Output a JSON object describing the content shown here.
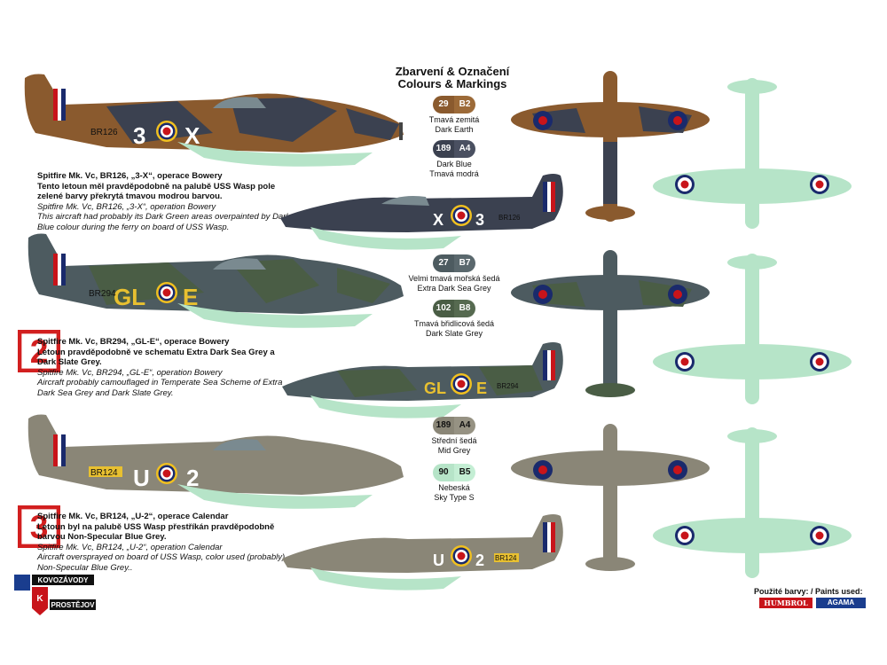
{
  "header": {
    "line1": "Zbarvení & Označení",
    "line2": "Colours & Markings"
  },
  "colours": [
    {
      "code": "29",
      "ref": "B2",
      "name1": "Tmavá zemitá",
      "name2": "Dark Earth",
      "hex": "#8a5a2e"
    },
    {
      "code": "189",
      "ref": "A4",
      "name1": "Dark Blue",
      "name2": "Tmavá modrá",
      "hex": "#3b4150"
    },
    {
      "code": "27",
      "ref": "B7",
      "name1": "Velmi tmavá mořská šedá",
      "name2": "Extra Dark Sea Grey",
      "hex": "#4d5b60"
    },
    {
      "code": "102",
      "ref": "B8",
      "name1": "Tmavá břidlicová šedá",
      "name2": "Dark Slate Grey",
      "hex": "#4a5d45"
    },
    {
      "code": "189",
      "ref": "A4",
      "name1": "Střední šedá",
      "name2": "Mid Grey",
      "hex": "#8a8677"
    },
    {
      "code": "90",
      "ref": "B5",
      "name1": "Nebeská",
      "name2": "Sky Type S",
      "hex": "#b6e4c8"
    }
  ],
  "captions": [
    {
      "b1": "Spitfire Mk. Vc, BR126, „3-X“, operace Bowery",
      "b2": "Tento letoun měl pravděpodobně na palubě USS Wasp pole",
      "b3": "zelené barvy překrytá tmavou modrou barvou.",
      "i1": "Spitfire Mk. Vc, BR126, „3-X“, operation Bowery",
      "i2": "This aircraft had probably its Dark Green areas overpainted by Dark",
      "i3": "Blue colour during the ferry on board of USS Wasp."
    },
    {
      "num": "2",
      "b1": "Spitfire Mk. Vc, BR294, „GL-E“, operace Bowery",
      "b2": "Letoun pravděpodobně ve schematu Extra Dark Sea Grey a",
      "b3": "Dark Slate Grey.",
      "i1": "Spitfire Mk. Vc, BR294, „GL-E“, operation Bowery",
      "i2": "Aircraft probably camouflaged in Temperate Sea Scheme of Extra",
      "i3": "Dark Sea Grey and Dark Slate Grey."
    },
    {
      "num": "3",
      "b1": "Spitfire Mk. Vc, BR124, „U-2“, operace Calendar",
      "b2": "Letoun byl na palubě USS Wasp přestříkán pravděpodobně",
      "b3": "barvou Non-Specular Blue Grey.",
      "i1": "Spitfire Mk. Vc, BR124, „U-2“, operation Calendar",
      "i2": "Aircraft oversprayed on board of USS Wasp, color used (probably)",
      "i3": "Non-Specular Blue Grey.."
    }
  ],
  "aircraft": [
    {
      "serial": "BR126",
      "code_left": "3",
      "code_right": "X"
    },
    {
      "serial": "BR294",
      "code_left": "GL",
      "code_right": "E"
    },
    {
      "serial": "BR124",
      "code_left": "U",
      "code_right": "2"
    }
  ],
  "logo": {
    "line1": "KOVOZÁVODY",
    "line2": "PROSTĚJOV"
  },
  "paints": {
    "label": "Použité barvy: / Paints used:",
    "brand1": "HUMBROL",
    "brand2": "AGAMA"
  }
}
